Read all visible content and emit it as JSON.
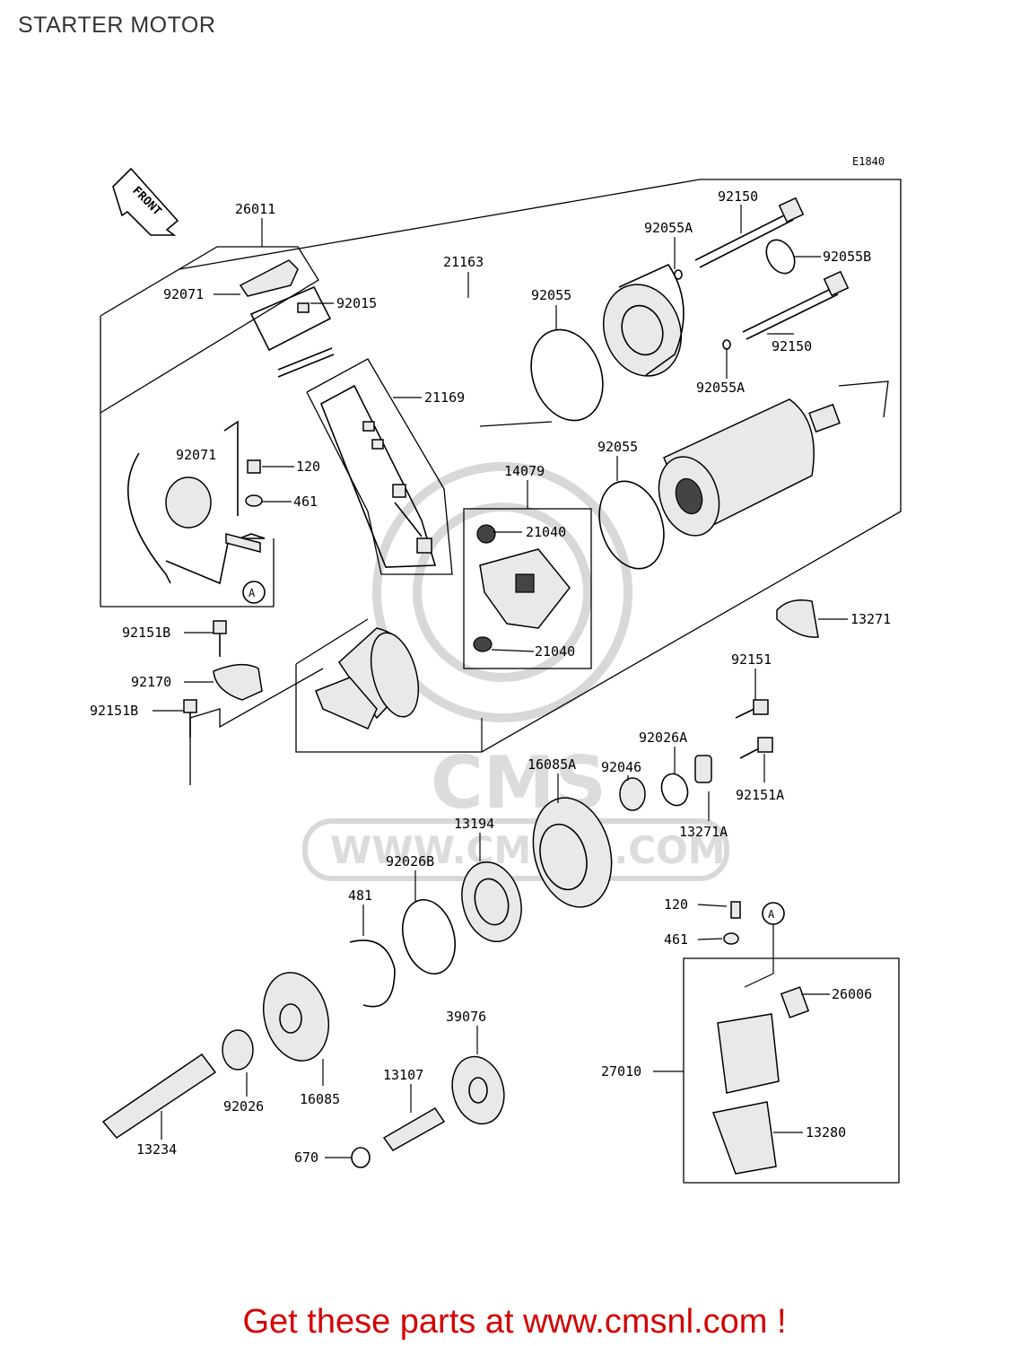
{
  "page": {
    "title": "STARTER MOTOR",
    "diagram_code": "E1840",
    "front_label": "FRONT",
    "watermark": "WWW.CMSNL.COM",
    "watermark_logo": "CMS"
  },
  "callouts": [
    {
      "id": "c-26011",
      "label": "26011"
    },
    {
      "id": "c-92071a",
      "label": "92071"
    },
    {
      "id": "c-92015",
      "label": "92015"
    },
    {
      "id": "c-21163",
      "label": "21163"
    },
    {
      "id": "c-92150a",
      "label": "92150"
    },
    {
      "id": "c-92055Aa",
      "label": "92055A"
    },
    {
      "id": "c-92055B",
      "label": "92055B"
    },
    {
      "id": "c-92055a",
      "label": "92055"
    },
    {
      "id": "c-92150b",
      "label": "92150"
    },
    {
      "id": "c-92055Ab",
      "label": "92055A"
    },
    {
      "id": "c-21169",
      "label": "21169"
    },
    {
      "id": "c-92071b",
      "label": "92071"
    },
    {
      "id": "c-120a",
      "label": "120"
    },
    {
      "id": "c-461a",
      "label": "461"
    },
    {
      "id": "c-14079",
      "label": "14079"
    },
    {
      "id": "c-92055b",
      "label": "92055"
    },
    {
      "id": "c-21040a",
      "label": "21040"
    },
    {
      "id": "c-21040b",
      "label": "21040"
    },
    {
      "id": "c-13271",
      "label": "13271"
    },
    {
      "id": "c-92151Ba",
      "label": "92151B"
    },
    {
      "id": "c-92170",
      "label": "92170"
    },
    {
      "id": "c-92151Bb",
      "label": "92151B"
    },
    {
      "id": "c-92151",
      "label": "92151"
    },
    {
      "id": "c-92026A",
      "label": "92026A"
    },
    {
      "id": "c-16085A",
      "label": "16085A"
    },
    {
      "id": "c-92046",
      "label": "92046"
    },
    {
      "id": "c-92151A",
      "label": "92151A"
    },
    {
      "id": "c-13271A",
      "label": "13271A"
    },
    {
      "id": "c-13194",
      "label": "13194"
    },
    {
      "id": "c-92026B",
      "label": "92026B"
    },
    {
      "id": "c-481",
      "label": "481"
    },
    {
      "id": "c-120b",
      "label": "120"
    },
    {
      "id": "c-461b",
      "label": "461"
    },
    {
      "id": "c-26006",
      "label": "26006"
    },
    {
      "id": "c-39076",
      "label": "39076"
    },
    {
      "id": "c-13107",
      "label": "13107"
    },
    {
      "id": "c-27010",
      "label": "27010"
    },
    {
      "id": "c-16085",
      "label": "16085"
    },
    {
      "id": "c-92026",
      "label": "92026"
    },
    {
      "id": "c-13280",
      "label": "13280"
    },
    {
      "id": "c-13234",
      "label": "13234"
    },
    {
      "id": "c-670",
      "label": "670"
    }
  ],
  "ref_markers": [
    {
      "id": "ref-a1",
      "label": "A"
    },
    {
      "id": "ref-a2",
      "label": "A"
    }
  ],
  "footer": {
    "text": "Get these parts at www.cmsnl.com !",
    "color": "#d40000"
  }
}
